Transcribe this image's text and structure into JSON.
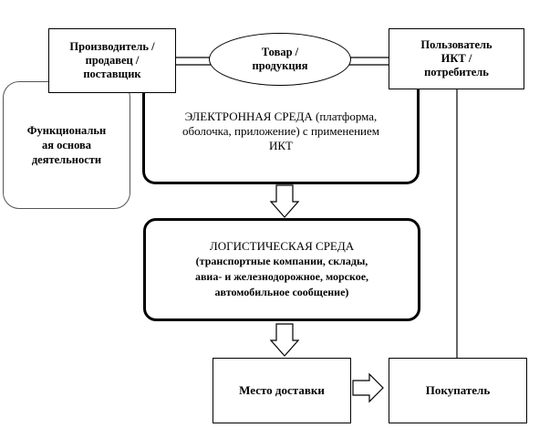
{
  "producer": "Производитель /\nпродавец /\nпоставщик",
  "product": "Товар /\nпродукция",
  "user": "Пользователь\nИКТ /\nпотребитель",
  "functional_basis": "Функциональн\nая основа\nдеятельности",
  "electronic_env": "ЭЛЕКТРОННАЯ СРЕДА (платформа,\nоболочка, приложение) с применением\nИКТ",
  "logistics_title": "ЛОГИСТИЧЕСКАЯ СРЕДА",
  "logistics_desc": "(транспортные компании, склады,\nавиа- и железнодорожное, морское,\nавтомобильное сообщение)",
  "delivery_place": "Место доставки",
  "buyer": "Покупатель"
}
